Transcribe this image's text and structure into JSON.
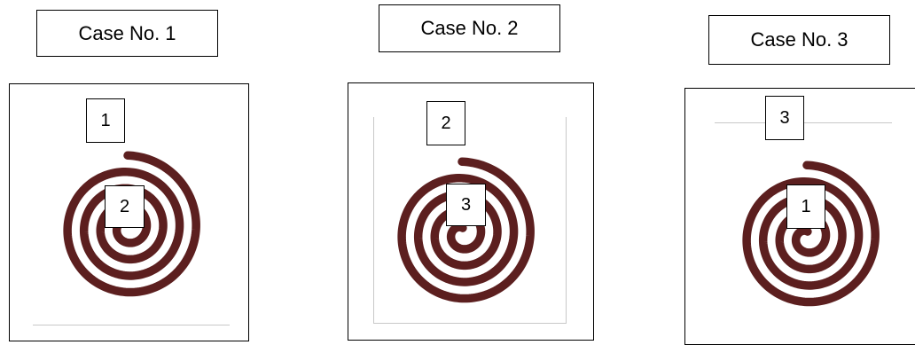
{
  "cases": [
    {
      "label": "Case No. 1",
      "outer_number": "1",
      "inner_number": "2"
    },
    {
      "label": "Case No. 2",
      "outer_number": "2",
      "inner_number": "3"
    },
    {
      "label": "Case No. 3",
      "outer_number": "3",
      "inner_number": "1"
    }
  ],
  "colors": {
    "spiral": "#5c1f1f",
    "border": "#000000",
    "guide_line": "#c8c8c8"
  }
}
